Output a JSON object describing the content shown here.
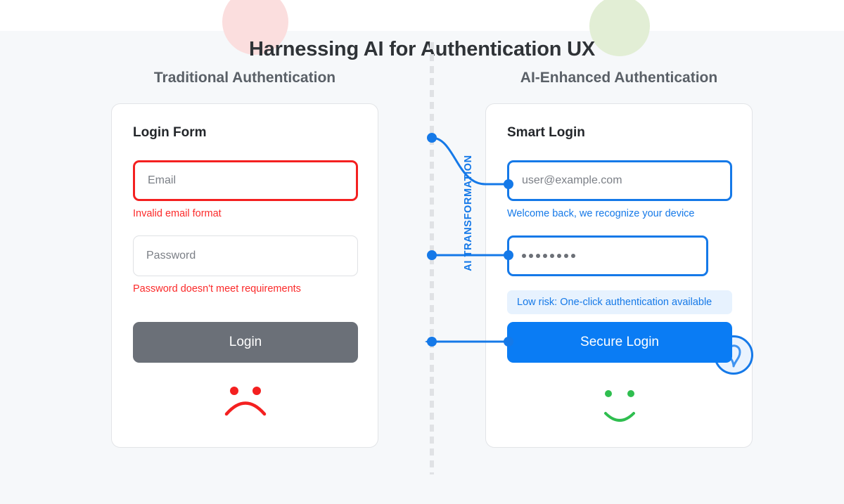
{
  "page": {
    "main_title": "Harnessing AI for Authentication UX",
    "background_color": "#f6f8fa",
    "accent_color": "#0a7cf4",
    "error_color": "#fb2a2a",
    "success_color": "#2fbe4f"
  },
  "decor": {
    "pink_blob_color": "#fbdede",
    "green_blob_color": "#e2eed5"
  },
  "divider": {
    "label": "AI TRANSFORMATION",
    "color": "#1579e8"
  },
  "left_column": {
    "title": "Traditional Authentication",
    "card": {
      "title": "Login Form",
      "email_field": {
        "value": "Email",
        "placeholder": "Email",
        "state": "error",
        "border_color": "#f42020"
      },
      "email_error": "Invalid email format",
      "password_field": {
        "value": "Password",
        "placeholder": "Password",
        "state": "normal",
        "border_color": "#dfe1e4"
      },
      "password_error": "Password doesn't meet requirements",
      "submit_button": {
        "label": "Login",
        "background": "#6b7078"
      },
      "face": "sad-face-icon"
    }
  },
  "right_column": {
    "title": "AI-Enhanced Authentication",
    "card": {
      "title": "Smart Login",
      "email_field": {
        "value": "user@example.com",
        "placeholder": "user@example.com",
        "state": "ai",
        "border_color": "#1579e8"
      },
      "email_hint": "Welcome back, we recognize your device",
      "password_field": {
        "value": "••••••••",
        "dots": 8,
        "state": "ai",
        "border_color": "#1579e8"
      },
      "biometric": "fingerprint-icon",
      "risk_badge": "Low risk: One-click authentication available",
      "submit_button": {
        "label": "Secure Login",
        "background": "#0a7cf4"
      },
      "face": "happy-face-icon"
    }
  }
}
